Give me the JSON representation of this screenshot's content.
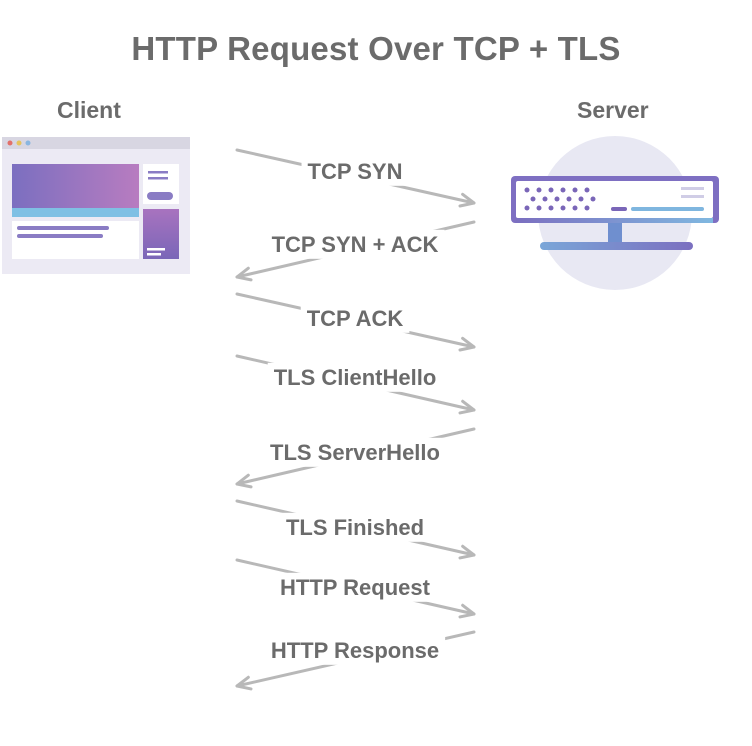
{
  "title": "HTTP Request Over TCP + TLS",
  "client_label": "Client",
  "server_label": "Server",
  "messages": [
    {
      "label": "TCP SYN",
      "direction": "to-server"
    },
    {
      "label": "TCP SYN + ACK",
      "direction": "to-client"
    },
    {
      "label": "TCP ACK",
      "direction": "to-server"
    },
    {
      "label": "TLS ClientHello",
      "direction": "to-server"
    },
    {
      "label": "TLS ServerHello",
      "direction": "to-client"
    },
    {
      "label": "TLS Finished",
      "direction": "to-server"
    },
    {
      "label": "HTTP Request",
      "direction": "to-server"
    },
    {
      "label": "HTTP Response",
      "direction": "to-client"
    }
  ],
  "colors": {
    "text": "#6b6b6b",
    "arrow": "#b8b8b8",
    "client_line_top": "#7ec3e6",
    "client_line_bottom": "#8a6cbf",
    "server_line_top": "#a56bbf",
    "server_line_bottom": "#7a66b8"
  },
  "icons": {
    "client": "browser-window-icon",
    "server": "server-rack-icon"
  }
}
